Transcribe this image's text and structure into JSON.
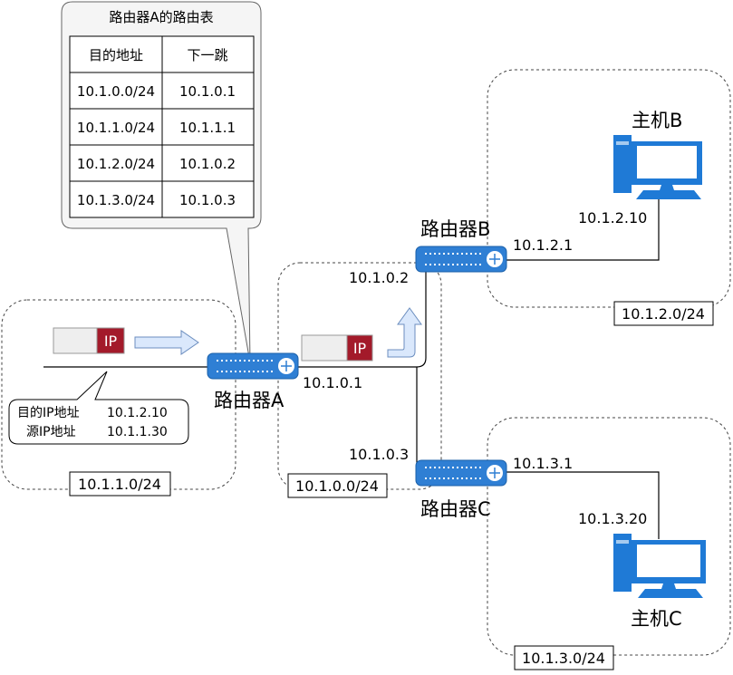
{
  "routing_table": {
    "title": "路由器A的路由表",
    "headers": [
      "目的地址",
      "下一跳"
    ],
    "rows": [
      [
        "10.1.0.0/24",
        "10.1.0.1"
      ],
      [
        "10.1.1.0/24",
        "10.1.1.1"
      ],
      [
        "10.1.2.0/24",
        "10.1.0.2"
      ],
      [
        "10.1.3.0/24",
        "10.1.0.3"
      ]
    ]
  },
  "packet": {
    "tag": "IP",
    "dest_label": "目的IP地址",
    "dest_value": "10.1.2.10",
    "src_label": "源IP地址",
    "src_value": "10.1.1.30"
  },
  "routers": {
    "a": {
      "name": "路由器A",
      "ip": "10.1.0.1"
    },
    "b": {
      "name": "路由器B",
      "ip_left": "10.1.0.2",
      "ip_right": "10.1.2.1"
    },
    "c": {
      "name": "路由器C",
      "ip_left": "10.1.0.3",
      "ip_right": "10.1.3.1"
    }
  },
  "hosts": {
    "b": {
      "name": "主机B",
      "ip": "10.1.2.10"
    },
    "c": {
      "name": "主机C",
      "ip": "10.1.3.20"
    }
  },
  "networks": {
    "left": "10.1.1.0/24",
    "middle": "10.1.0.0/24",
    "top_right": "10.1.2.0/24",
    "bottom_right": "10.1.3.0/24"
  },
  "colors": {
    "router_blue": "#2f7fd4",
    "ip_red": "#a31a2a",
    "arrow_fill": "#dae8fc",
    "arrow_stroke": "#6c8ebf",
    "host_blue": "#1f7ad6",
    "callout_fill": "#f5f5f5"
  }
}
